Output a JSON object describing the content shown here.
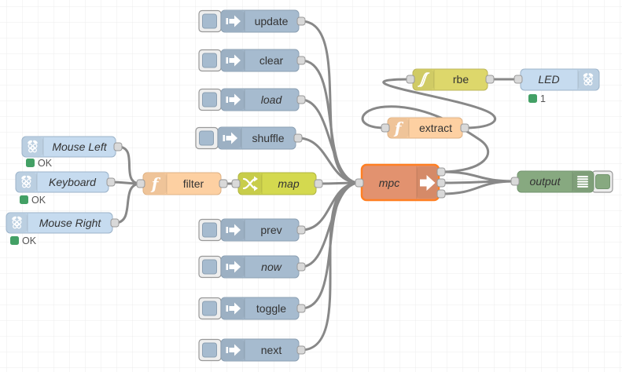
{
  "app": {
    "name": "flow-editor-canvas"
  },
  "colors": {
    "wire": "#888888",
    "grid_line": "#ececec",
    "inject_node": "#a6bbcf",
    "raspberry_node": "#c6dbef",
    "function_node": "#fdd0a2",
    "map_node": "#d4d94f",
    "rbe_node": "#ddd76b",
    "mpc_node": "#e2926f",
    "mpc_selected_border": "#ff7f23",
    "debug_node": "#87a980",
    "status_green": "#43a065",
    "port_fill": "#d9d9d9"
  },
  "icons": {
    "inject": "arrow-into-bar",
    "function_glyph": "f",
    "map": "crossed-arrows",
    "rbe": "hysteresis-curves",
    "raspberry": "raspberry-pi-logo",
    "mpc": "arrow-right",
    "debug": "list-lines"
  },
  "nodes": {
    "mouse_left": {
      "label": "Mouse Left",
      "status": "OK"
    },
    "keyboard": {
      "label": "Keyboard",
      "status": "OK"
    },
    "mouse_right": {
      "label": "Mouse Right",
      "status": "OK"
    },
    "filter": {
      "label": "filter"
    },
    "map": {
      "label": "map"
    },
    "update": {
      "label": "update"
    },
    "clear": {
      "label": "clear"
    },
    "load": {
      "label": "load"
    },
    "shuffle": {
      "label": "shuffle"
    },
    "prev": {
      "label": "prev"
    },
    "now": {
      "label": "now"
    },
    "toggle": {
      "label": "toggle"
    },
    "next": {
      "label": "next"
    },
    "mpc": {
      "label": "mpc"
    },
    "extract": {
      "label": "extract"
    },
    "rbe": {
      "label": "rbe"
    },
    "led": {
      "label": "LED",
      "status": "1"
    },
    "output": {
      "label": "output"
    }
  }
}
